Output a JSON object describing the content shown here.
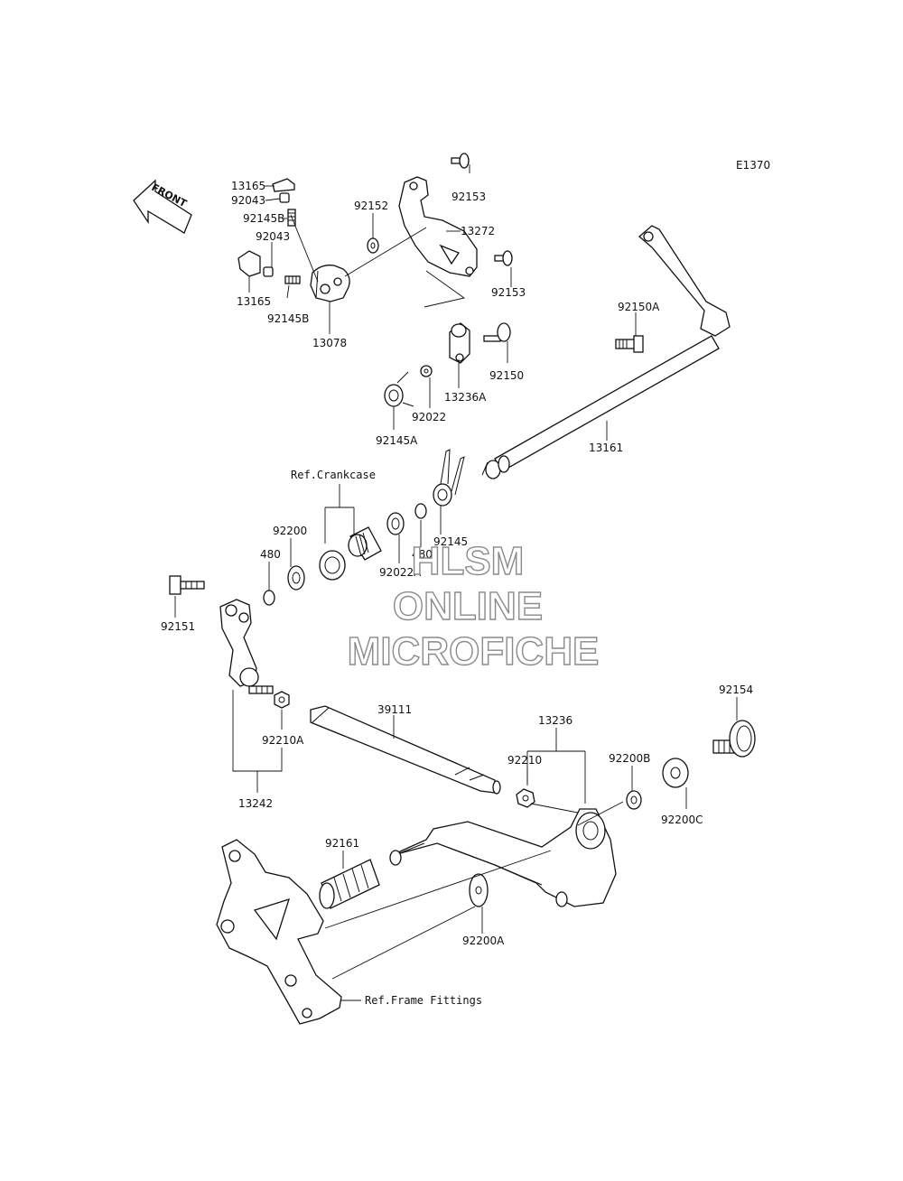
{
  "diagram_code": "E1370",
  "front_label": "FRONT",
  "watermark": [
    "HLSM",
    "ONLINE",
    "MICROFICHE"
  ],
  "labels": {
    "p13165a": "13165",
    "p92043a": "92043",
    "p92145Ba": "92145B",
    "p92043b": "92043",
    "p13165b": "13165",
    "p92145Bb": "92145B",
    "p13078": "13078",
    "p92152": "92152",
    "p92153a": "92153",
    "p13272": "13272",
    "p92153b": "92153",
    "p92150A": "92150A",
    "p92150": "92150",
    "p13236A": "13236A",
    "p92022": "92022",
    "p92145A": "92145A",
    "p13161": "13161",
    "ref_crankcase": "Ref.Crankcase",
    "p92200": "92200",
    "p480a": "480",
    "p480b": "480",
    "p92022A": "92022A",
    "p92145": "92145",
    "p92151": "92151",
    "p92210A": "92210A",
    "p13242": "13242",
    "p39111": "39111",
    "p13236": "13236",
    "p92210": "92210",
    "p92154": "92154",
    "p92200B": "92200B",
    "p92200C": "92200C",
    "p92161": "92161",
    "p92200A": "92200A",
    "ref_frame": "Ref.Frame Fittings"
  }
}
